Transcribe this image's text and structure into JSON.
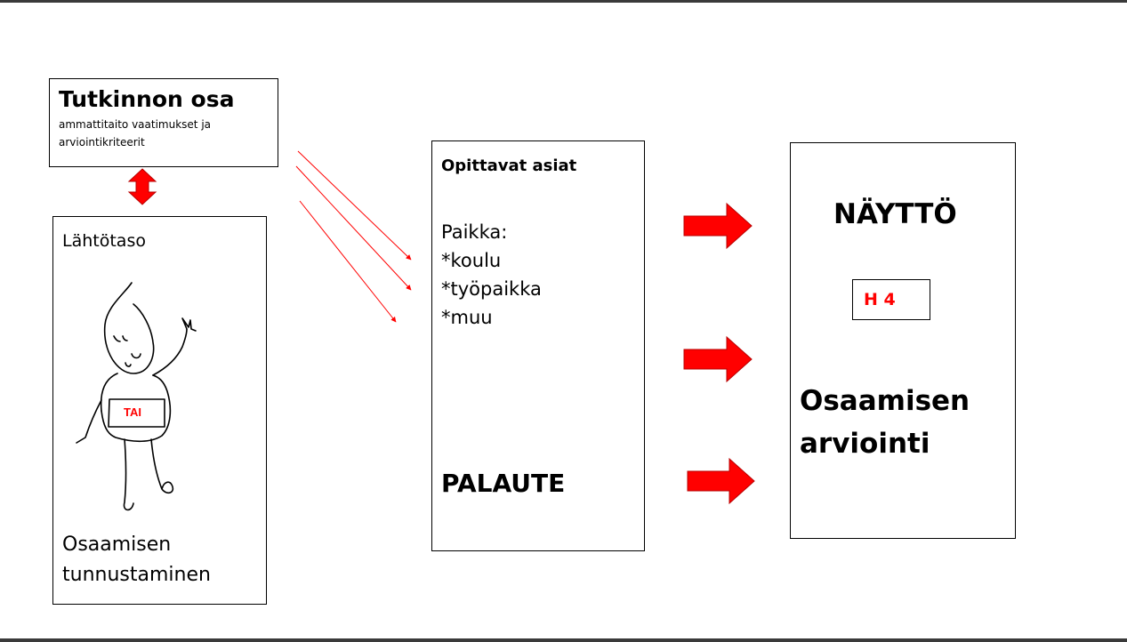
{
  "tutkinto": {
    "title": "Tutkinnon osa",
    "subtitle": "ammattitaito vaatimukset ja arviointikriteerit"
  },
  "lahtotaso": {
    "label": "Lähtötaso",
    "badge": "TAI",
    "bottom_line1": "Osaamisen",
    "bottom_line2": "tunnustaminen"
  },
  "opittavat": {
    "title": "Opittavat asiat",
    "place_label": "Paikka:",
    "places": [
      "*koulu",
      "*työpaikka",
      "*muu"
    ],
    "palaute": "PALAUTE"
  },
  "naytto": {
    "title": "NÄYTTÖ",
    "grade": "H 4",
    "line1": "Osaamisen",
    "line2": "arviointi"
  },
  "colors": {
    "arrow": "#ff0000",
    "grade_text": "#ff0000"
  }
}
